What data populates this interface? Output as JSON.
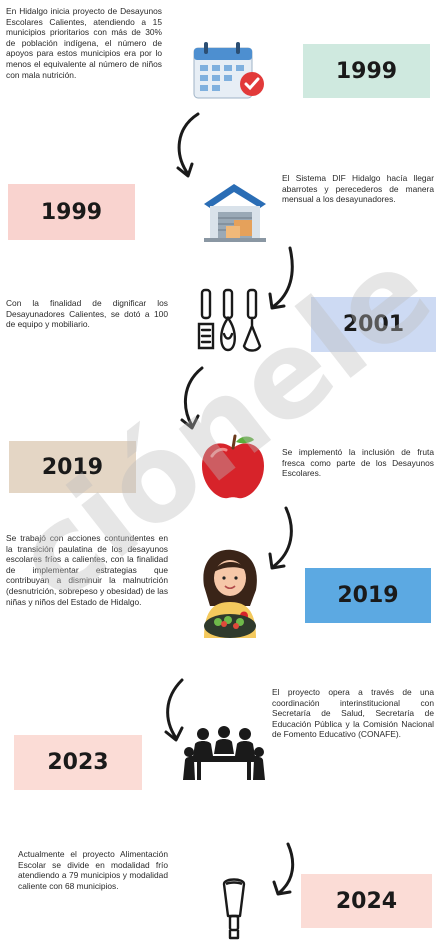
{
  "timeline": [
    {
      "year": "1999",
      "box_color": "#cfe9df",
      "text": "En Hidalgo inicia proyecto de Desayunos Escolares Calientes, atendiendo a 15 municipios prioritarios con más de 30% de población indígena, el número de apoyos para estos municipios era por lo menos el equivalente al número de niños con mala nutrición.",
      "icon": "calendar-check-icon"
    },
    {
      "year": "1999",
      "box_color": "#f9d3cf",
      "text": "El Sistema DIF Hidalgo hacía llegar abarrotes y perecederos de manera mensual a los desayunadores.",
      "icon": "warehouse-icon"
    },
    {
      "year": "2001",
      "box_color": "#cddaf3",
      "text": "Con la finalidad de dignificar los Desayunadores Calientes, se dotó a 100 de equipo y mobiliario.",
      "icon": "kitchen-utensils-icon"
    },
    {
      "year": "2019",
      "box_color": "#e4d6c5",
      "text": "Se implementó la inclusión de fruta fresca como parte de los Desayunos Escolares.",
      "icon": "apple-icon"
    },
    {
      "year": "2019",
      "box_color": "#5ca9e2",
      "text": "Se trabajó con acciones contundentes en la transición paulatina de los desayunos escolares fríos a calientes, con la finalidad de implementar estrategias que contribuyan a disminuir la malnutrición (desnutrición, sobrepeso y obesidad) de las niñas y niños del Estado de Hidalgo.",
      "icon": "girl-salad-icon"
    },
    {
      "year": "2023",
      "box_color": "#fbdcd6",
      "text": "El proyecto opera a través de una coordinación interinstitucional con Secretaría de Salud, Secretaría de Educación Pública y la Comisión Nacional de Fomento Educativo (CONAFE).",
      "icon": "meeting-table-icon"
    },
    {
      "year": "2024",
      "box_color": "#fbdcd6",
      "text": "Actualmente el proyecto Alimentación Escolar se divide en modalidad frío atendiendo a 79 municipios y modalidad caliente con 68 municipios.",
      "icon": "ice-cream-icon"
    }
  ],
  "watermark": "ciónele"
}
